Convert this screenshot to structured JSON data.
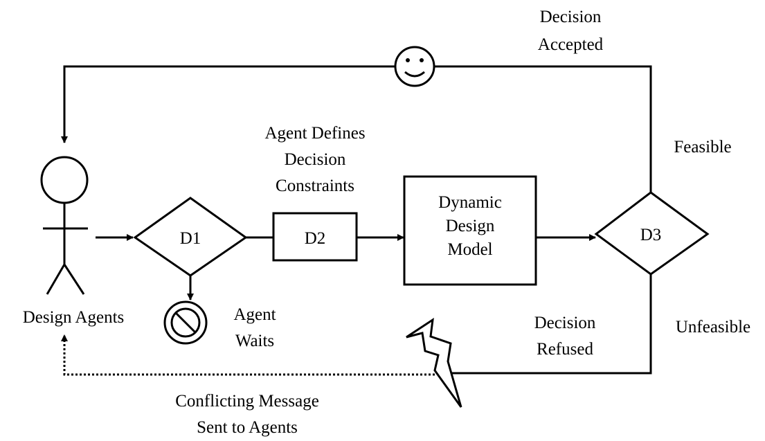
{
  "nodes": {
    "d1": "D1",
    "d2": "D2",
    "d3": "D3",
    "model": [
      "Dynamic",
      "Design",
      "Model"
    ]
  },
  "labels": {
    "actor": "Design Agents",
    "agent_defines": [
      "Agent Defines",
      "Decision",
      "Constraints"
    ],
    "decision_accepted": [
      "Decision",
      "Accepted"
    ],
    "feasible": "Feasible",
    "unfeasible": "Unfeasible",
    "decision_refused": [
      "Decision",
      "Refused"
    ],
    "agent_waits": [
      "Agent",
      "Waits"
    ],
    "conflicting": [
      "Conflicting Message",
      "Sent to Agents"
    ]
  },
  "icons": {
    "accepted": "smiley-face-icon",
    "refused": "lightning-bolt-icon",
    "waits": "prohibited-sign-icon",
    "actor": "stick-figure-icon"
  }
}
